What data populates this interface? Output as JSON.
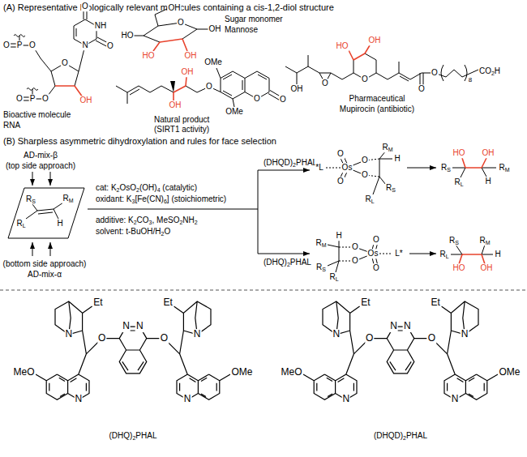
{
  "diagram": {
    "labels": [
      "(A) Representative biologically relevant molecules containing a cis-1,2-diol structure",
      "O",
      "P",
      "O",
      "O",
      "N",
      "NH",
      "O",
      "O",
      "OH",
      "O",
      "P",
      "O",
      "Bioactive molecule",
      "RNA",
      "O",
      "OH",
      "HO",
      "HO",
      "OH",
      "OH",
      "Sugar monomer",
      "Mannose",
      "OMe",
      "O",
      "OMe",
      "O",
      "O",
      "OH",
      "OH",
      "Natural product",
      "(SIRT1 activity)",
      "HO",
      "OH",
      "O",
      "O",
      "O",
      "8",
      "CO2H",
      "O",
      "OH",
      "Pharmaceutical",
      "Mupirocin (antibiotic)",
      "(B) Sharpless asymmetric dihydroxylation and rules for face selection",
      "AD-mix-β",
      "(top side approach)",
      "RS",
      "RM",
      "RL",
      "H",
      "(bottom side approach)",
      "AD-mix-α",
      "cat: K2OsO2(OH)4 (catalytic)",
      "oxidant: K3[Fe(CN)6] (stoichiometric)",
      "additive: K2CO3, MeSO2NH2",
      "solvent: t-BuOH/H2O",
      "(DHQD)2PHAL",
      "*L",
      "O",
      "O",
      "Os",
      "O",
      "O",
      "RM",
      "H",
      "RS",
      "RL",
      "HO",
      "OH",
      "RS",
      "RL",
      "RM",
      "H",
      "(DHQ)2PHAL",
      "RM",
      "H",
      "RS",
      "RL",
      "O",
      "O",
      "Os",
      "O",
      "O",
      "L*",
      "RS",
      "RM",
      "RL",
      "H",
      "HO",
      "OH",
      "N",
      "N",
      "O",
      "O",
      "N",
      "Et",
      "N",
      "MeO",
      "N",
      "Et",
      "N",
      "OMe",
      "(DHQ)2PHAL",
      "N",
      "N",
      "O",
      "O",
      "N",
      "Et",
      "N",
      "MeO",
      "N",
      "Et",
      "N",
      "OMe",
      "(DHQD)2PHAL"
    ]
  }
}
